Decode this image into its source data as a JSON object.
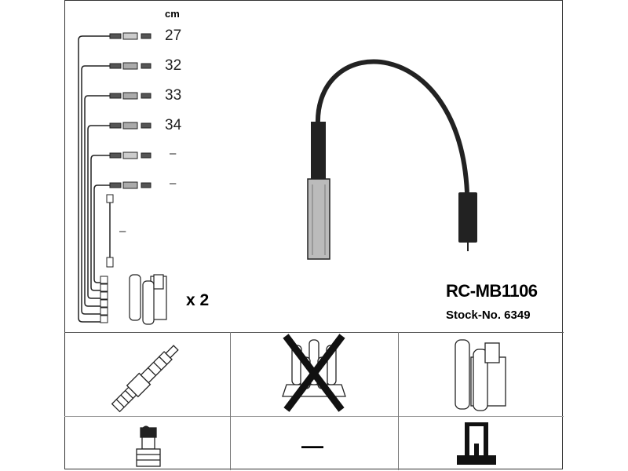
{
  "unit_label": "cm",
  "cable_lengths": [
    "27",
    "32",
    "33",
    "34",
    "–",
    "–",
    "–"
  ],
  "multiplier": "x 2",
  "part_number": "RC-MB1106",
  "stock_number": "Stock-No. 6349",
  "bottom_grid": {
    "spark_plug": "spark-plug-icon",
    "distributor_cap": "distributor-cap-crossed-icon",
    "ignition_coil": "ignition-coil-icon",
    "plug_terminal": "plug-terminal-icon",
    "none_value": "—",
    "coil_terminal": "coil-terminal-icon"
  }
}
